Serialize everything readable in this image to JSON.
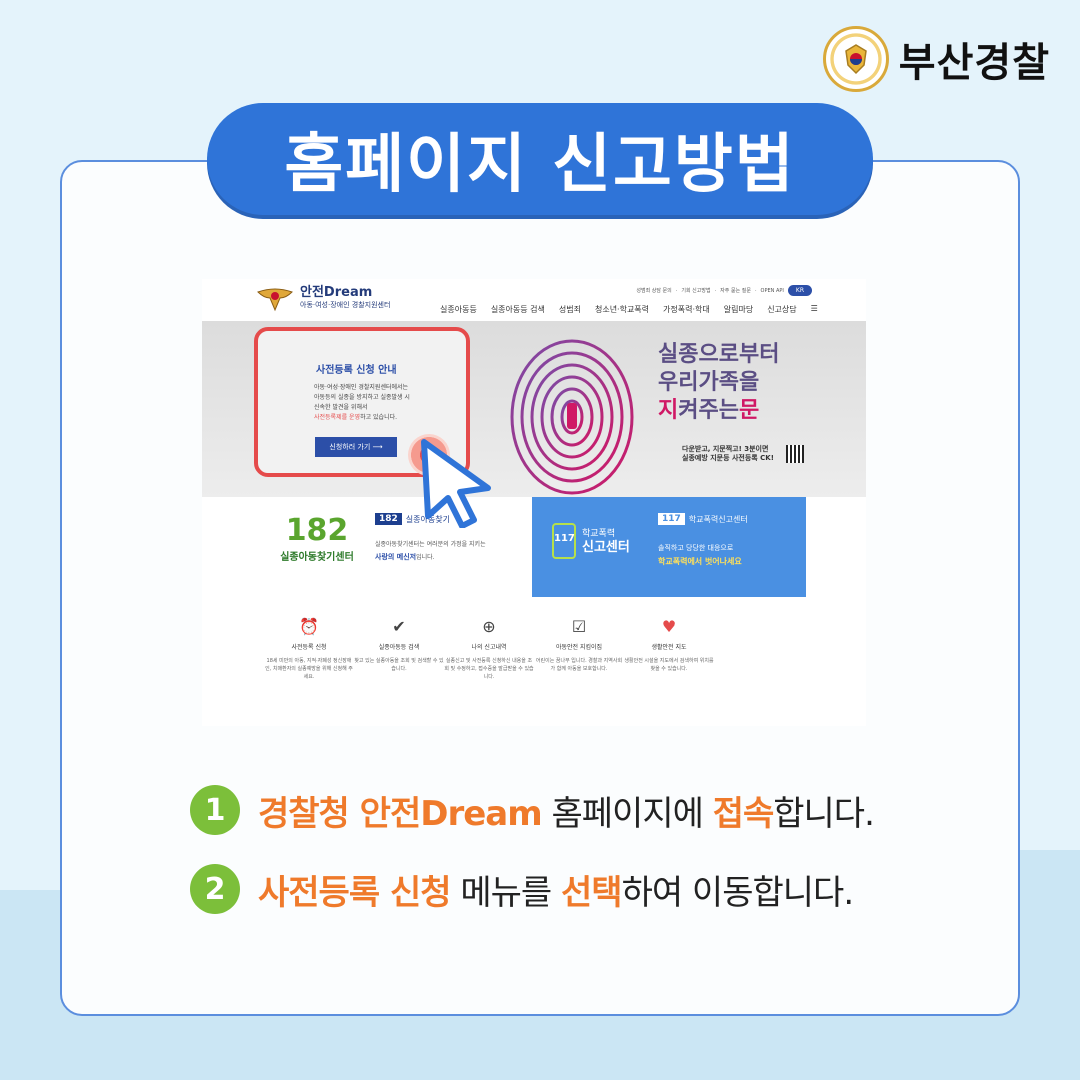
{
  "agency": {
    "name": "부산경찰"
  },
  "title": "홈페이지 신고방법",
  "site": {
    "brand": "안전Dream",
    "sub": "아동·여성·장애인 경찰지원센터",
    "topbar": [
      "성범죄 상담 문의",
      "기회 신고방법",
      "자주 묻는 질문",
      "OPEN API"
    ],
    "lang": "KR",
    "nav": [
      "실종아동등",
      "실종아동등 검색",
      "성범죄",
      "청소년·학교폭력",
      "가정폭력·학대",
      "알림마당",
      "신고상담"
    ],
    "notice": {
      "heading": "사전등록 신청 안내",
      "lines": [
        "아동·여성·장애인 경찰지원센터에서는",
        "아동등의 실종을 방지하고 실종발생 시",
        "신속한 발견을 위해서"
      ],
      "red": "사전등록제를 운영",
      "tail": "하고 있습니다.",
      "button": "신청하러 가기 ⟶"
    },
    "slogan": {
      "line1": "실종으로부터",
      "line2": "우리가족을",
      "line3a": "지",
      "line3b": "켜주는",
      "line3c": "문"
    },
    "slogan_sub": [
      "다운받고, 지문찍고! 3분이면",
      "실종예방 지문등 사전등록 CK!"
    ],
    "box182": {
      "logo": "182",
      "logo_sub": "실종아동찾기센터",
      "heading": "실종아동찾기",
      "desc": "실종아동찾기센터는 여러분의 가정을 지키는",
      "strong": "사랑의 메신저",
      "tail": "입니다."
    },
    "box117": {
      "logo_top": "학교폭력",
      "logo_main": "신고센터",
      "heading": "학교폭력신고센터",
      "desc": "솔직하고 당당한 대응으로",
      "strong": "학교폭력에서 벗어나세요"
    },
    "services": [
      {
        "title": "사전등록 신청",
        "desc": "18세 미만의 아동, 지적·자폐성 정신장애인, 치매환자의 실종예방을 위해 신청해 주세요."
      },
      {
        "title": "실종아동등 검색",
        "desc": "찾고 있는 실종아동을 조회 및 검색할 수 있습니다."
      },
      {
        "title": "나의 신고내역",
        "desc": "실종신고 및 사전등록 신청하신 내용을 조회 및 수정하고, 접수증을 발급받을 수 있습니다."
      },
      {
        "title": "아동안전 지킴이집",
        "desc": "어린이는 꿈나무 입니다. 경찰과 지역사회가 함께 아동을 보호합니다."
      },
      {
        "title": "생활안전 지도",
        "desc": "생활안전 시설을 지도에서 검색하여 위치를 찾을 수 있습니다."
      }
    ]
  },
  "steps": [
    {
      "num": "1",
      "parts": [
        {
          "t": "경찰청 안전Dream",
          "hl": true
        },
        {
          "t": " 홈페이지에 ",
          "hl": false
        },
        {
          "t": "접속",
          "hl": true
        },
        {
          "t": "합니다.",
          "hl": false
        }
      ]
    },
    {
      "num": "2",
      "parts": [
        {
          "t": "사전등록 신청",
          "hl": true
        },
        {
          "t": " 메뉴를 ",
          "hl": false
        },
        {
          "t": "선택",
          "hl": true
        },
        {
          "t": "하여 이동합니다.",
          "hl": false
        }
      ]
    }
  ]
}
